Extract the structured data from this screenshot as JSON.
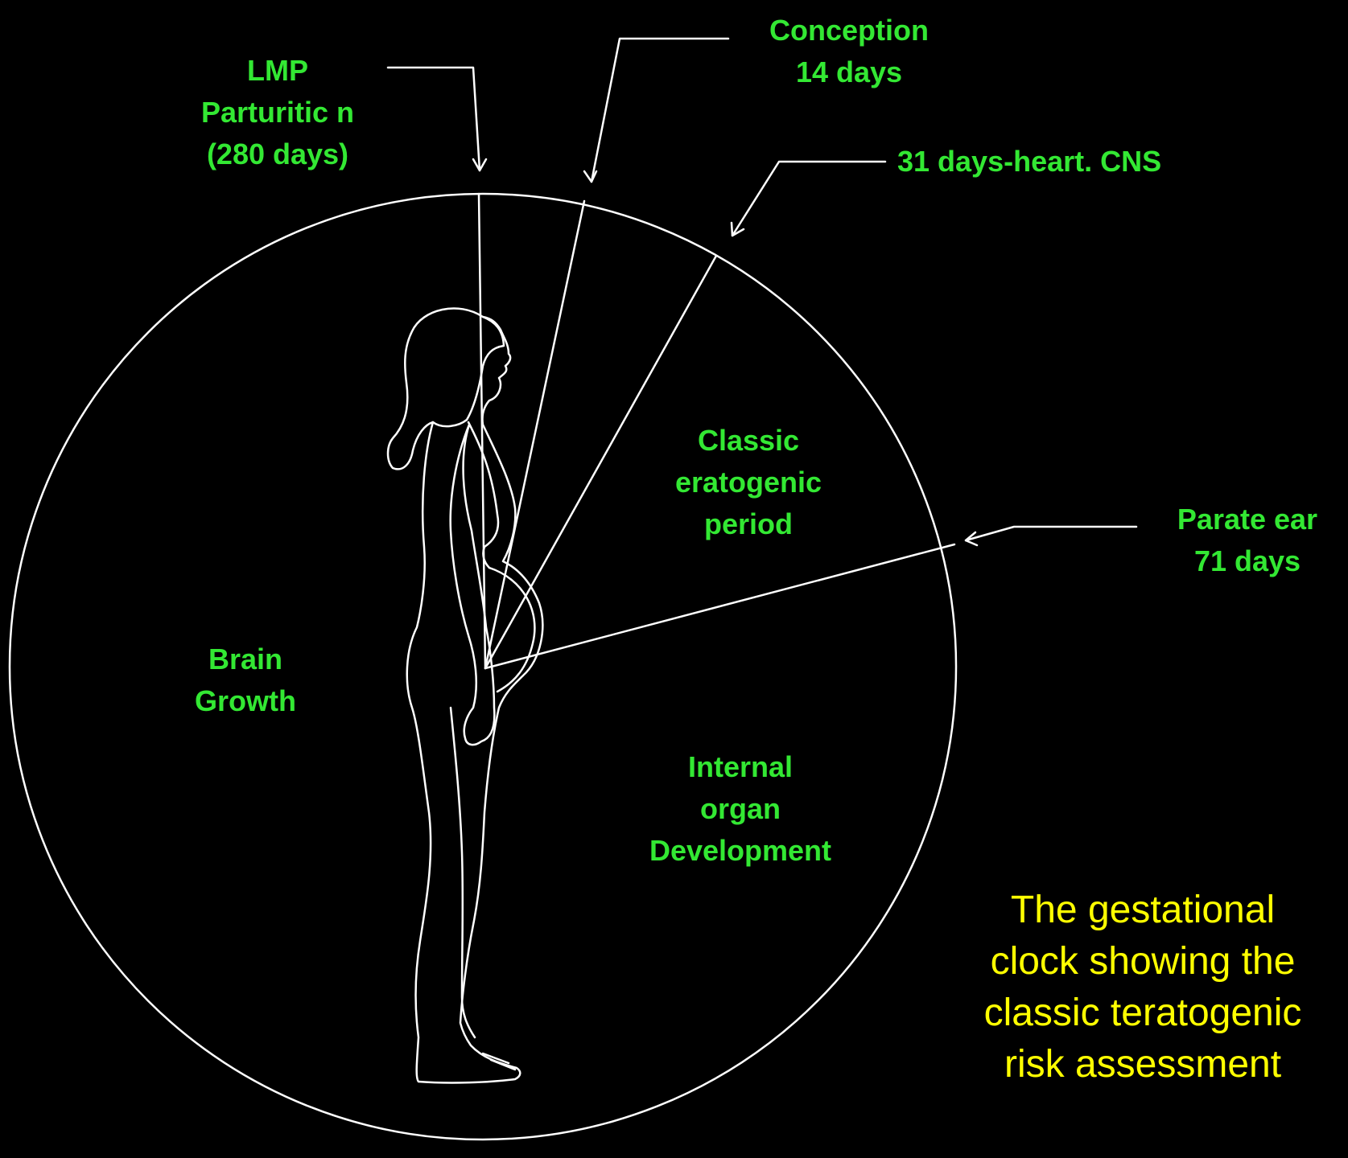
{
  "colors": {
    "background": "#000000",
    "line": "#ffffff",
    "label": "#33e833",
    "caption": "#ffff00"
  },
  "labels": {
    "lmp": "LMP\nParturitic n\n(280 days)",
    "conception": "Conception\n14 days",
    "heart_cns": "31 days-heart. CNS",
    "teratogenic": "Classic\neratogenic\nperiod",
    "palate_ear": "Parate ear\n71 days",
    "brain": "Brain\nGrowth",
    "internal": "Internal\norgan\nDevelopment"
  },
  "caption": "The gestational\nclock showing the\nclassic teratogenic\nrisk assessment"
}
